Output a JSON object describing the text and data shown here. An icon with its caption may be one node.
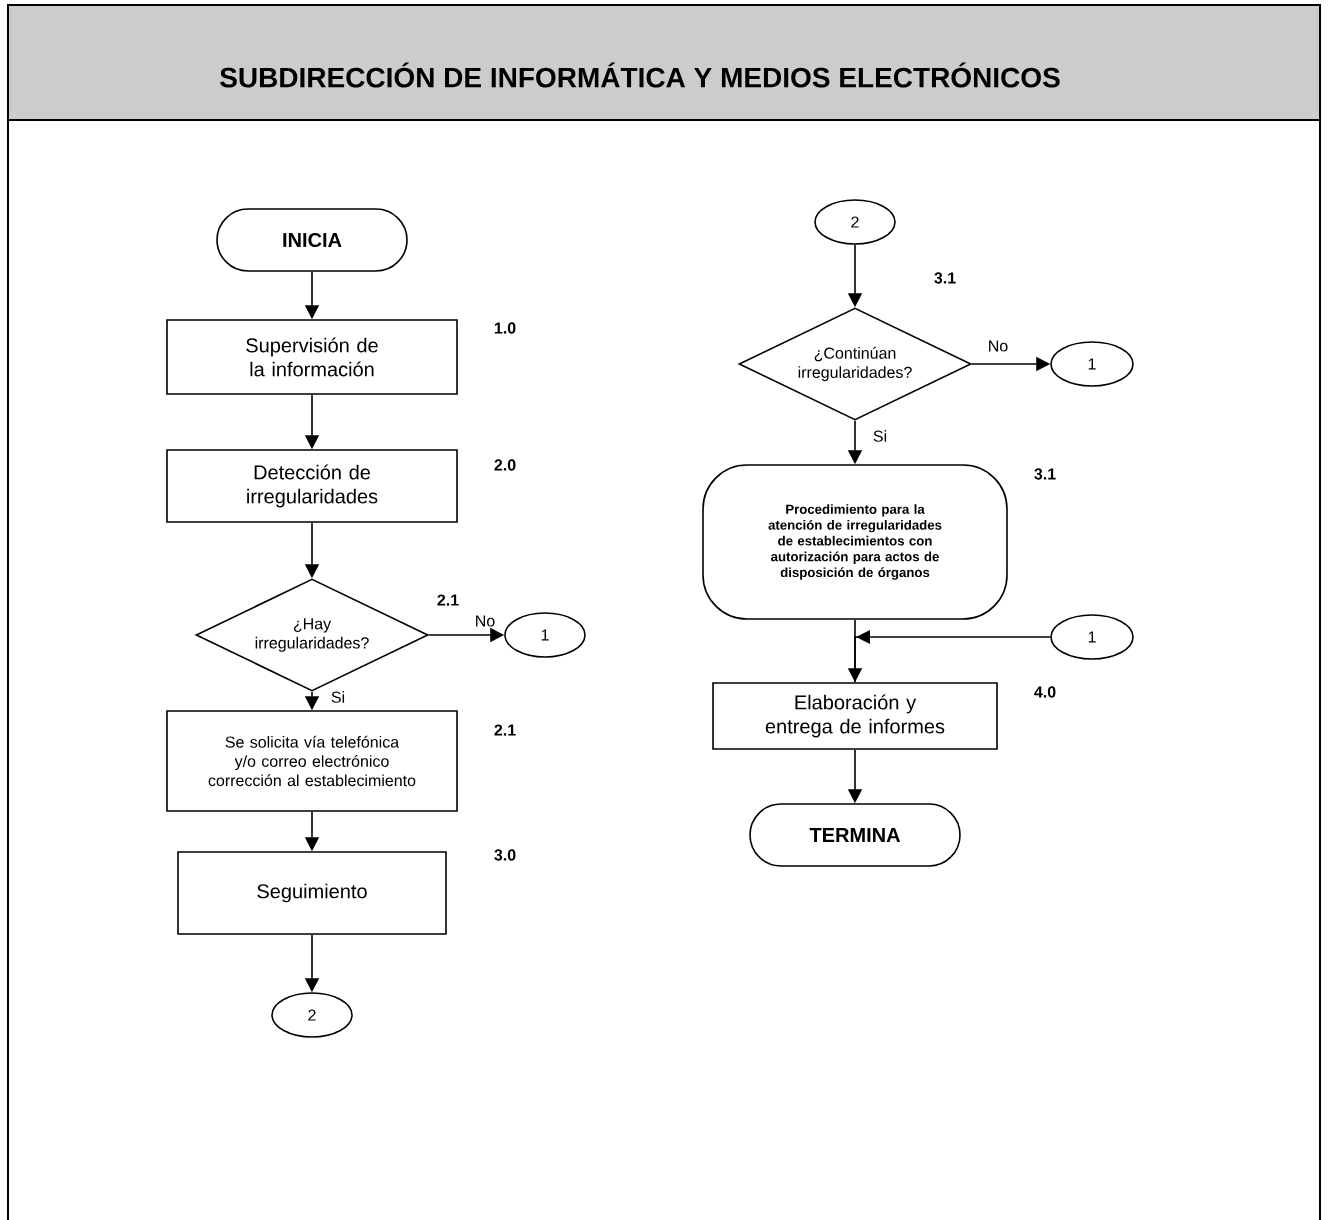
{
  "diagram": {
    "title": "SUBDIRECCIÓN DE INFORMÁTICA Y MEDIOS ELECTRÓNICOS",
    "nodes": [
      {
        "text": [
          "INICIA"
        ]
      },
      {
        "text": [
          "Supervisión de la información"
        ],
        "beside": [
          "1.0"
        ]
      },
      {
        "text": [
          "Detección de irregularidades"
        ],
        "beside": [
          "2.0"
        ]
      },
      {
        "text": [
          "¿Hay irregularidades?"
        ],
        "beside": [
          "2.1"
        ]
      },
      {
        "text": [
          "1"
        ]
      },
      {
        "text": [
          "Se solicita vía telefónica y/o correo electrónico corrección al establecimiento"
        ],
        "beside": [
          "2.1"
        ]
      },
      {
        "text": [
          "Seguimiento"
        ],
        "beside": [
          "3.0"
        ]
      },
      {
        "text": [
          "2"
        ]
      },
      {
        "text": [
          "2"
        ]
      },
      {
        "text": [
          "¿Continúan irregularidades?"
        ],
        "beside": [
          "3.1"
        ]
      },
      {
        "text": [
          "1"
        ]
      },
      {
        "text": [
          "Procedimiento para la atención de irregularidades de establecimientos con autorización para actos de disposición de órganos"
        ],
        "beside": [
          "3.1"
        ]
      },
      {
        "text": [
          "1"
        ]
      },
      {
        "text": [
          "Elaboración y entrega de informes"
        ],
        "beside": [
          "4.0"
        ]
      },
      {
        "text": [
          "TERMINA"
        ]
      }
    ],
    "edges": [
      {
        "from": 0,
        "to": 1,
        "arrow": "to"
      },
      {
        "from": 1,
        "to": 2,
        "arrow": "to"
      },
      {
        "from": 2,
        "to": 3,
        "arrow": "to"
      },
      {
        "from": 3,
        "to": 4,
        "arrow": "to",
        "label": "No"
      },
      {
        "from": 3,
        "to": 5,
        "arrow": "to",
        "label": "Si"
      },
      {
        "from": 5,
        "to": 6,
        "arrow": "to"
      },
      {
        "from": 6,
        "to": 7,
        "arrow": "to"
      },
      {
        "from": 8,
        "to": 9,
        "arrow": "to"
      },
      {
        "from": 9,
        "to": 10,
        "arrow": "to",
        "label": "No"
      },
      {
        "from": 9,
        "to": 11,
        "arrow": "to",
        "label": "Si"
      },
      {
        "from": 11,
        "to": 13,
        "arrow": "to"
      },
      {
        "from": 12,
        "to": 13,
        "arrow": "to"
      },
      {
        "from": 13,
        "to": 14,
        "arrow": "to"
      }
    ]
  }
}
